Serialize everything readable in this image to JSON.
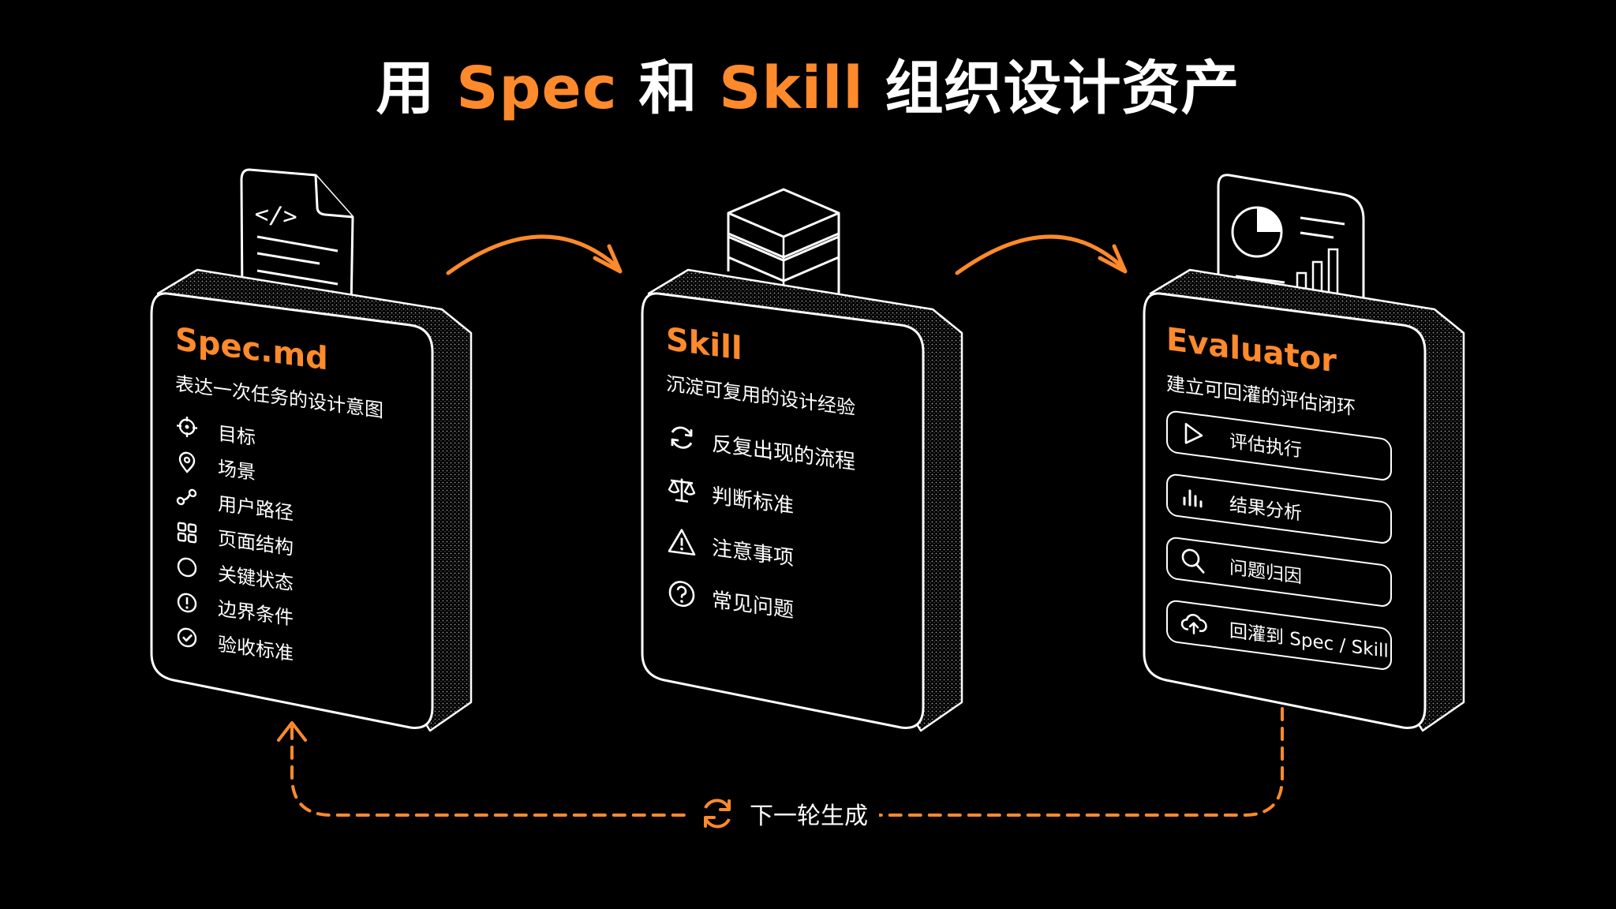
{
  "title": {
    "prefix": "用",
    "spec": "Spec",
    "and": "和",
    "skill": "Skill",
    "suffix": "组织设计资产"
  },
  "accent_color": "#ff8a2b",
  "cards": {
    "spec": {
      "title": "Spec.md",
      "subtitle": "表达一次任务的设计意图",
      "top_icon": "code-document-icon",
      "items": [
        {
          "icon": "target-icon",
          "label": "目标"
        },
        {
          "icon": "location-pin-icon",
          "label": "场景"
        },
        {
          "icon": "user-path-icon",
          "label": "用户路径"
        },
        {
          "icon": "grid-layout-icon",
          "label": "页面结构"
        },
        {
          "icon": "circle-icon",
          "label": "关键状态"
        },
        {
          "icon": "alert-circle-icon",
          "label": "边界条件"
        },
        {
          "icon": "check-circle-icon",
          "label": "验收标准"
        }
      ]
    },
    "skill": {
      "title": "Skill",
      "subtitle": "沉淀可复用的设计经验",
      "top_icon": "stacked-layers-icon",
      "items": [
        {
          "icon": "refresh-icon",
          "label": "反复出现的流程"
        },
        {
          "icon": "scale-balance-icon",
          "label": "判断标准"
        },
        {
          "icon": "warning-triangle-icon",
          "label": "注意事项"
        },
        {
          "icon": "question-circle-icon",
          "label": "常见问题"
        }
      ]
    },
    "evaluator": {
      "title": "Evaluator",
      "subtitle": "建立可回灌的评估闭环",
      "top_icon": "analytics-report-icon",
      "items": [
        {
          "icon": "play-icon",
          "label": "评估执行"
        },
        {
          "icon": "bar-chart-icon",
          "label": "结果分析"
        },
        {
          "icon": "search-icon",
          "label": "问题归因"
        },
        {
          "icon": "cloud-upload-icon",
          "label": "回灌到 Spec / Skill"
        }
      ]
    }
  },
  "loop": {
    "icon": "cycle-arrows-icon",
    "label": "下一轮生成"
  }
}
